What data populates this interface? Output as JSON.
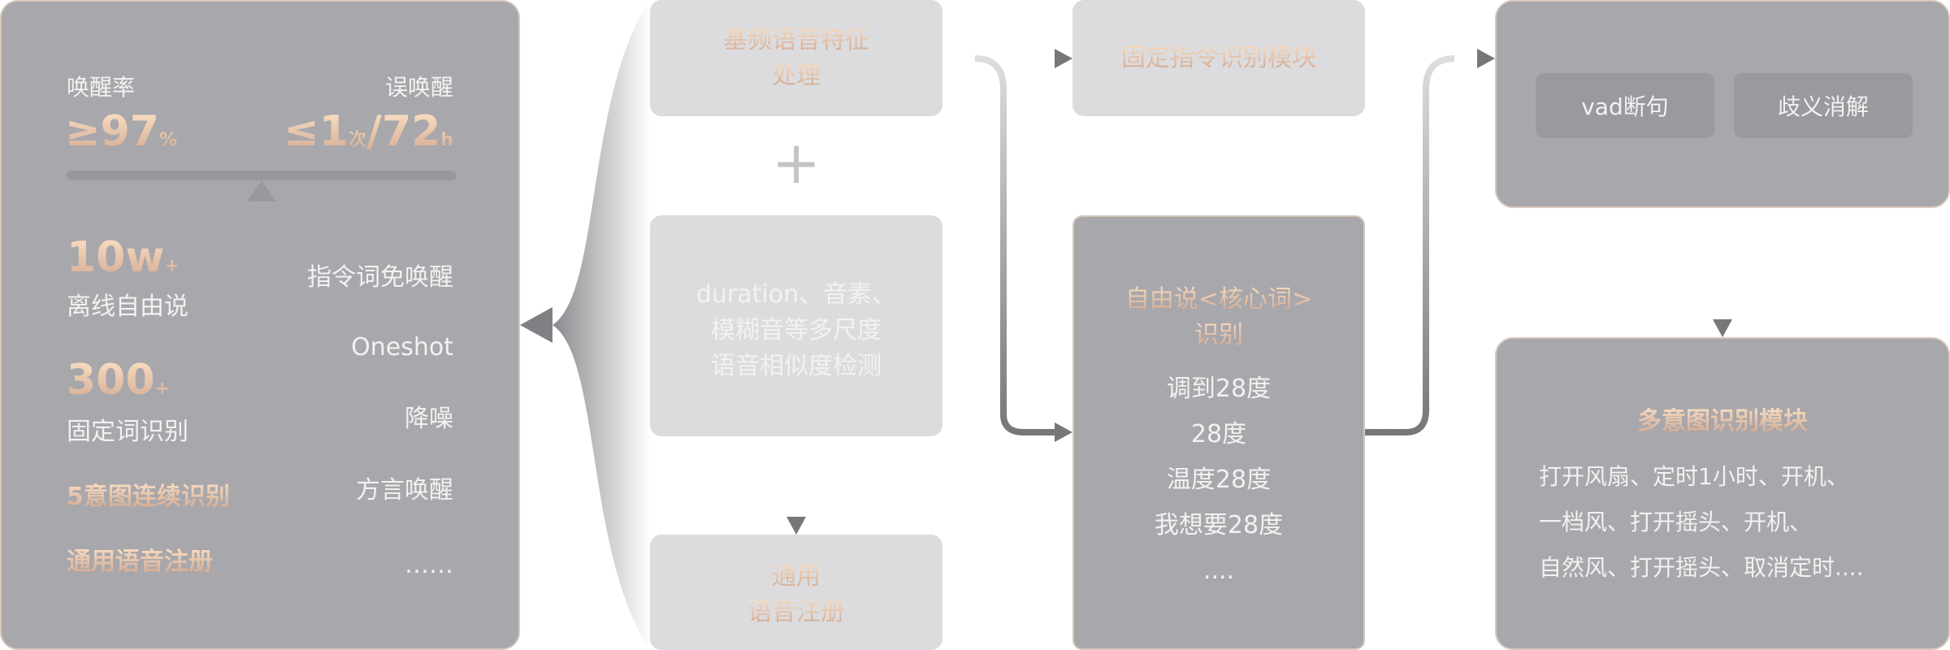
{
  "left_panel": {
    "wake_rate_label": "唤醒率",
    "wake_rate_value": "≥97",
    "wake_rate_unit": "%",
    "false_wake_label": "误唤醒",
    "false_wake_prefix": "≤1",
    "false_wake_unit1": "次",
    "false_wake_mid": "/72",
    "false_wake_unit2": "h",
    "offline_value": "10w",
    "offline_plus": "+",
    "offline_label": "离线自由说",
    "fixed_value": "300",
    "fixed_plus": "+",
    "fixed_label": "固定词识别",
    "multi_intent": "5意图连续识别",
    "voice_register": "通用语音注册",
    "right_items": [
      "指令词免唤醒",
      "Oneshot",
      "降噪",
      "方言唤醒",
      "……"
    ]
  },
  "col2": {
    "box1": [
      "基频语音特征",
      "处理"
    ],
    "plus": "+",
    "box2": [
      "duration、音素、",
      "模糊音等多尺度",
      "语音相似度检测"
    ],
    "box3": [
      "通用",
      "语音注册"
    ]
  },
  "col3": {
    "box1": "固定指令识别模块",
    "box2_title": [
      "自由说<核心词>",
      "识别"
    ],
    "box2_items": [
      "调到28度",
      "28度",
      "温度28度",
      "我想要28度",
      "...."
    ]
  },
  "col4": {
    "chips": [
      "vad断句",
      "歧义消解"
    ],
    "box2_title": "多意图识别模块",
    "box2_lines": [
      "打开风扇、定时1小时、开机、",
      "一档风、打开摇头、开机、",
      "自然风、打开摇头、取消定时...."
    ]
  }
}
